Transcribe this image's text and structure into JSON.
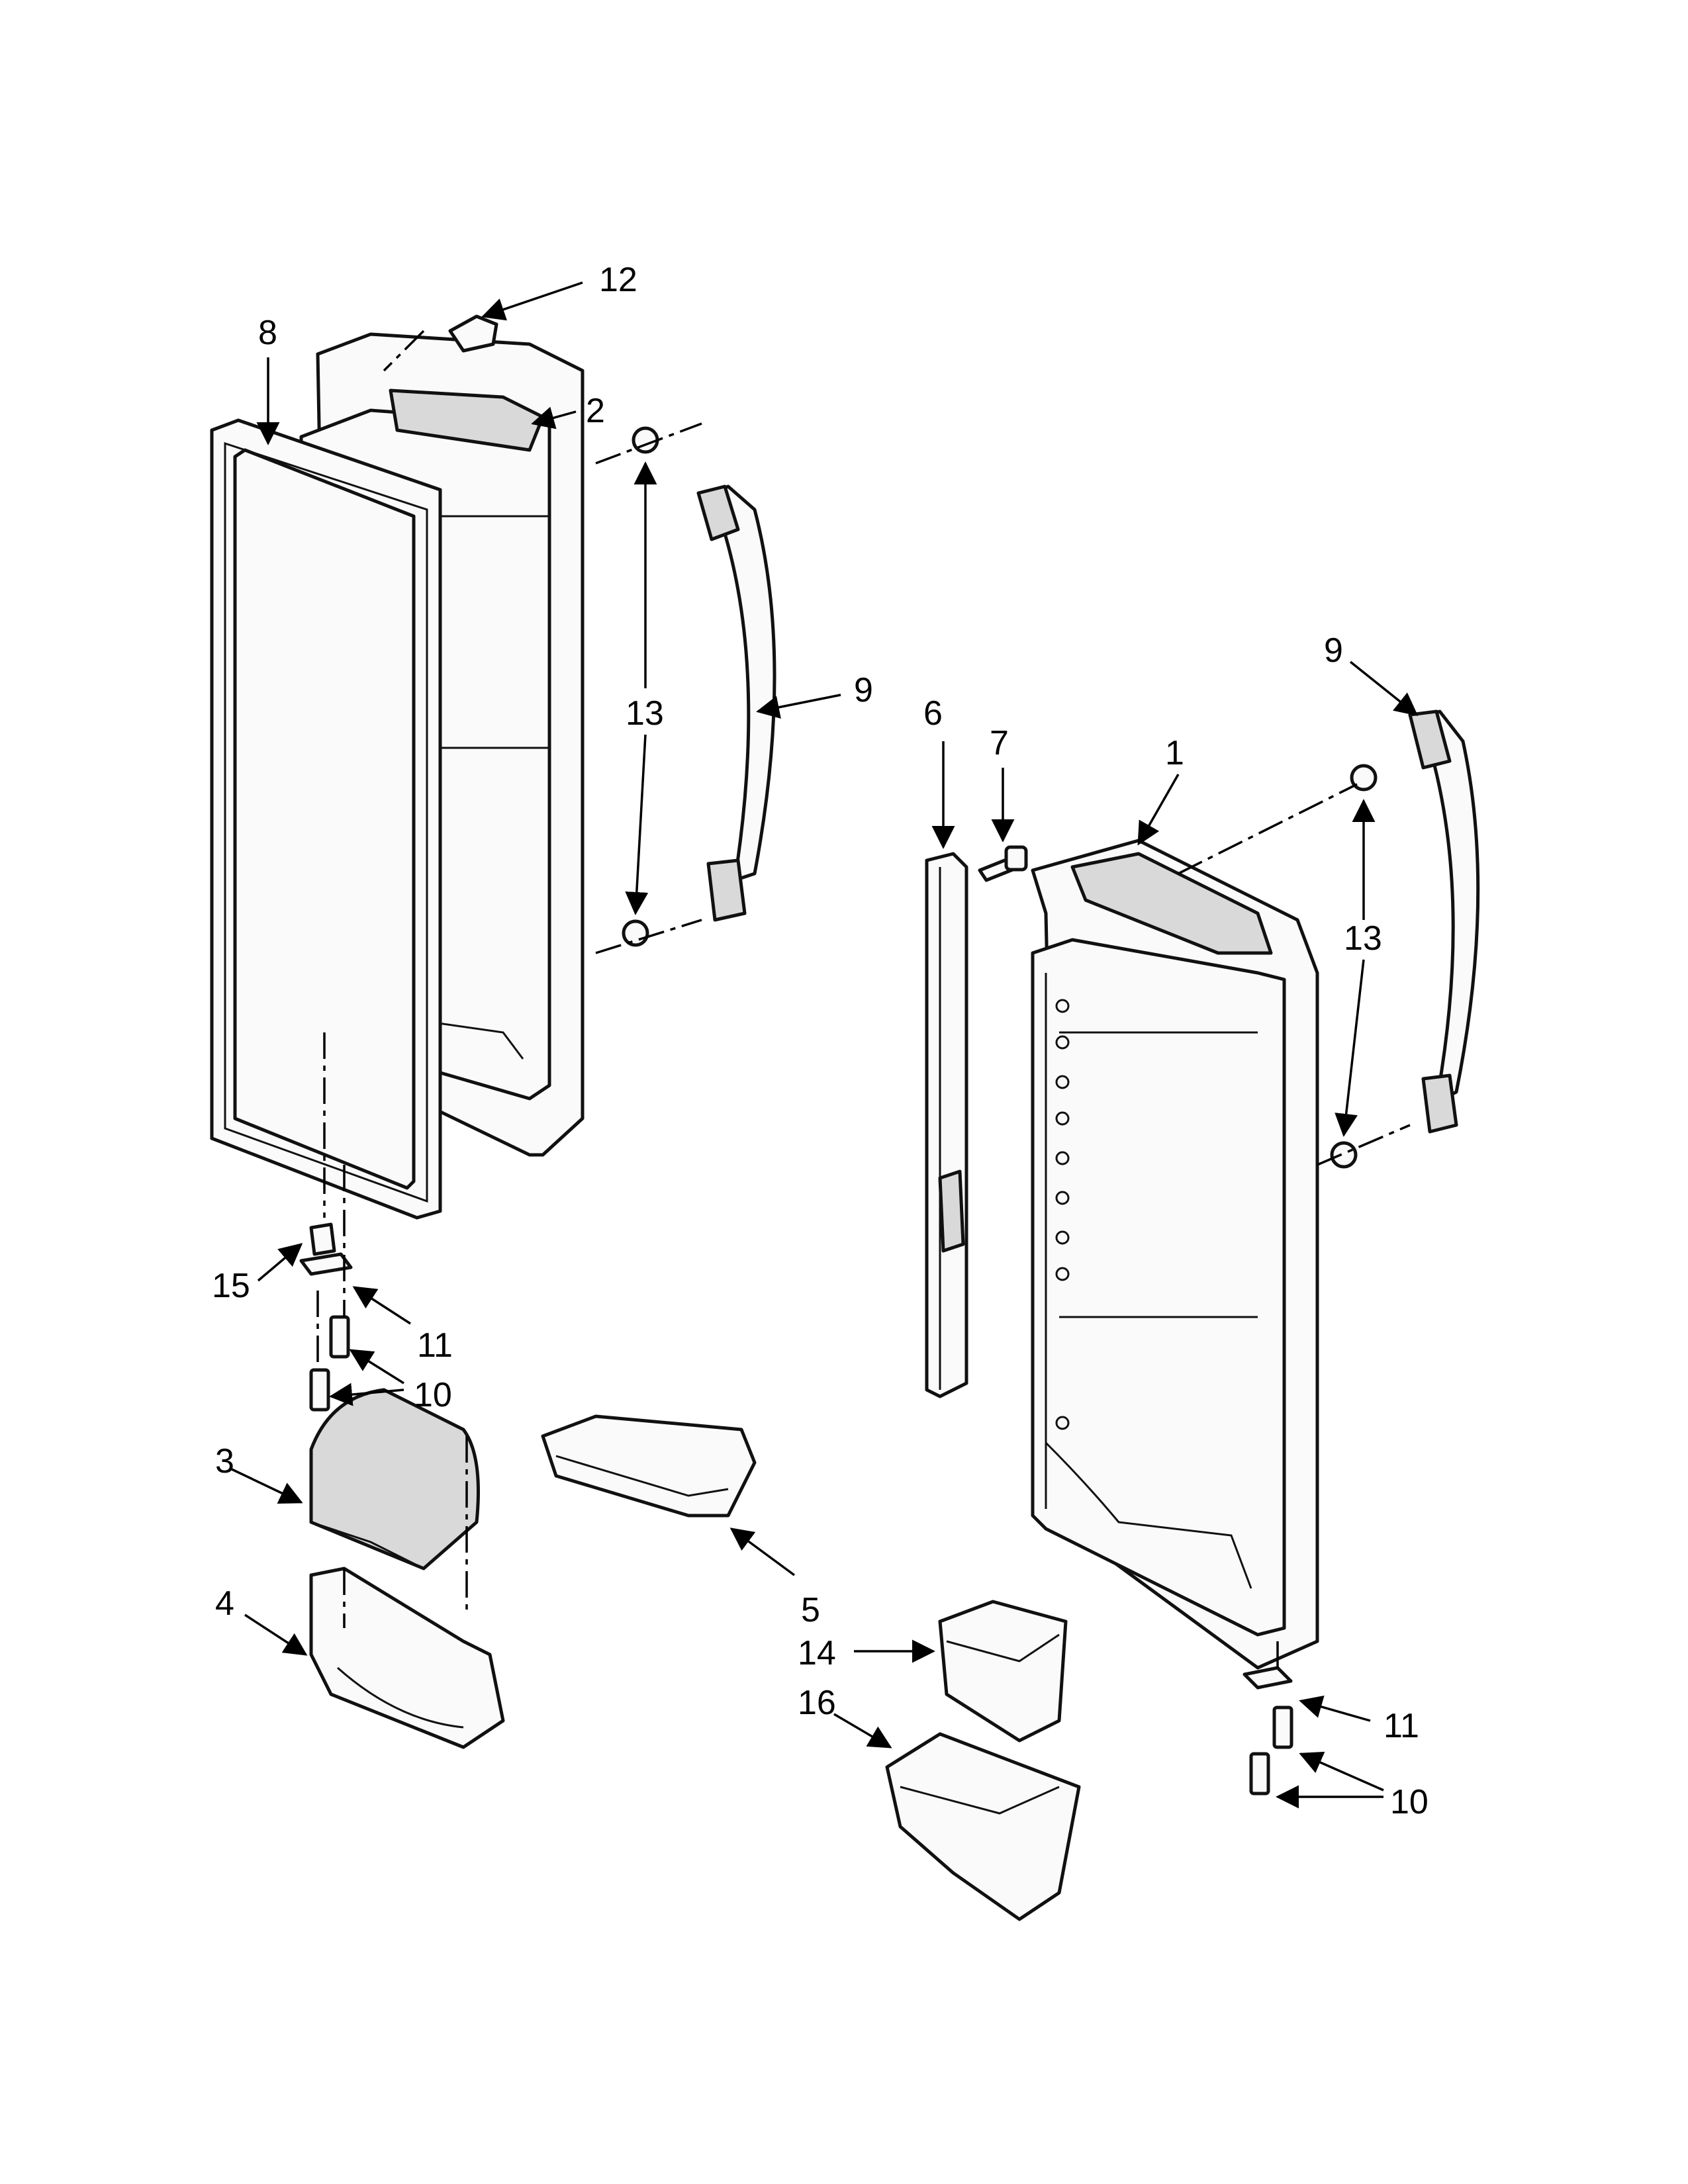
{
  "diagram": {
    "callouts": {
      "c1": "1",
      "c2": "2",
      "c3": "3",
      "c4": "4",
      "c5": "5",
      "c6": "6",
      "c7": "7",
      "c8": "8",
      "c9a": "9",
      "c9b": "9",
      "c10a": "10",
      "c10b": "10",
      "c11a": "11",
      "c11b": "11",
      "c12": "12",
      "c13a": "13",
      "c13b": "13",
      "c14": "14",
      "c15": "15",
      "c16": "16"
    },
    "colors": {
      "line": "#000000",
      "part_fill": "#fafafa",
      "shade": "#d9d9d9",
      "background": "#ffffff"
    }
  }
}
